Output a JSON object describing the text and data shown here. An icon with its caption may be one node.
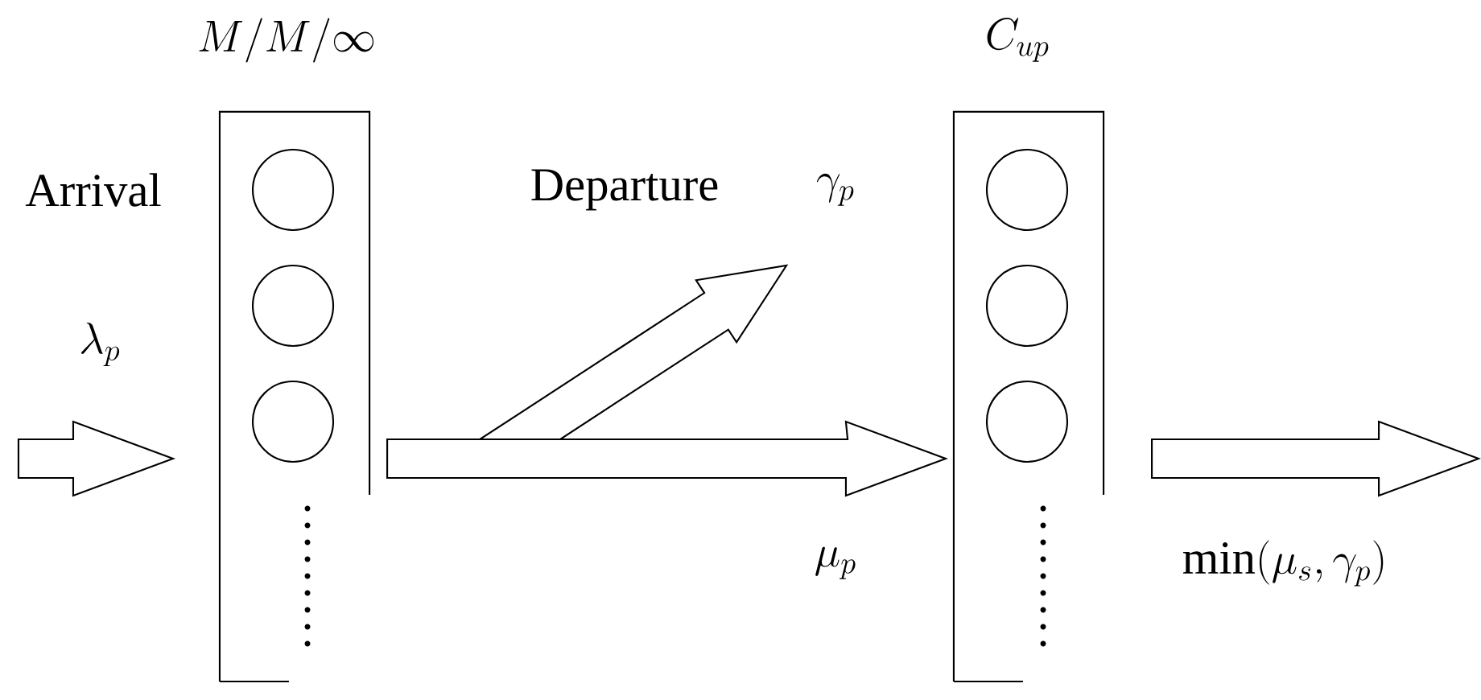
{
  "diagram": {
    "nodes": [
      {
        "text": [
          "M / M / \\infty"
        ]
      },
      {
        "text": [],
        "shape": "circle",
        "in": 0
      },
      {
        "text": [],
        "shape": "circle",
        "in": 0
      },
      {
        "text": [],
        "shape": "circle",
        "in": 0
      },
      {
        "text": [
          "C_{up}"
        ]
      },
      {
        "text": [],
        "shape": "circle",
        "in": 4
      },
      {
        "text": [],
        "shape": "circle",
        "in": 4
      },
      {
        "text": [],
        "shape": "circle",
        "in": 4
      }
    ],
    "edges": [
      {
        "from": null,
        "to": 0,
        "arrow": "to"
      },
      {
        "from": 0,
        "to": null,
        "arrow": "to"
      },
      {
        "from": 0,
        "to": 4,
        "arrow": "to"
      },
      {
        "from": 4,
        "to": null,
        "arrow": "to"
      }
    ],
    "labels": [
      "Arrival",
      "Departure",
      "\\gamma_p",
      "\\lambda_p",
      "\\mu_p",
      "\\min(\\mu_s,\\gamma_p)"
    ]
  }
}
